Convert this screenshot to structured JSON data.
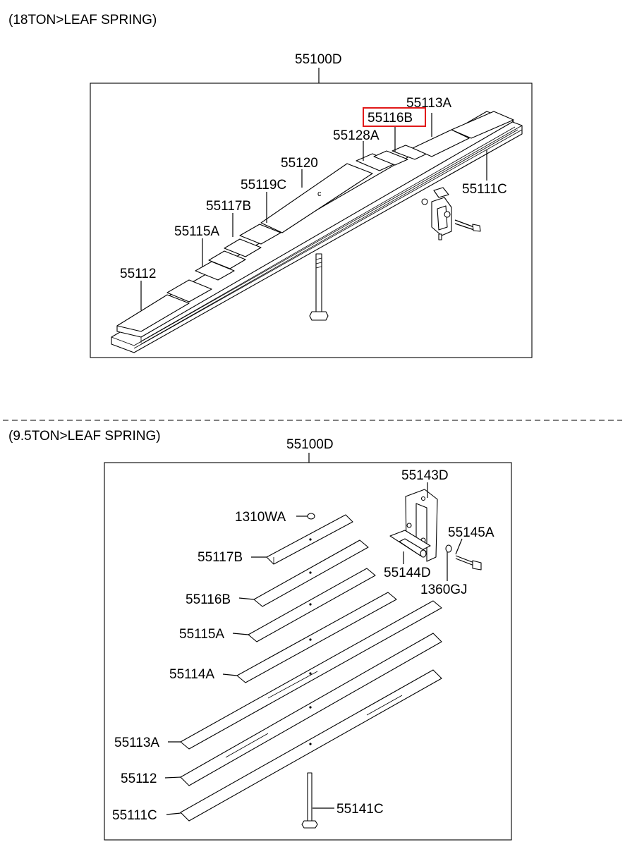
{
  "sections": [
    {
      "title": "(18TON>LEAF SPRING)",
      "assembly": "55100D",
      "labels": {
        "p55113A": "55113A",
        "p55116B": "55116B",
        "p55128A": "55128A",
        "p55120": "55120",
        "p55119C": "55119C",
        "p55117B": "55117B",
        "p55115A": "55115A",
        "p55112": "55112",
        "p55111C": "55111C"
      },
      "highlighted": "55116B",
      "highlight_color": "#e11919"
    },
    {
      "title": "(9.5TON>LEAF SPRING)",
      "assembly": "55100D",
      "labels": {
        "p55143D": "55143D",
        "p1310WA": "1310WA",
        "p55145A": "55145A",
        "p55117B": "55117B",
        "p55144D": "55144D",
        "p1360GJ": "1360GJ",
        "p55116B": "55116B",
        "p55115A": "55115A",
        "p55114A": "55114A",
        "p55113A": "55113A",
        "p55112": "55112",
        "p55111C": "55111C",
        "p55141C": "55141C"
      }
    }
  ]
}
